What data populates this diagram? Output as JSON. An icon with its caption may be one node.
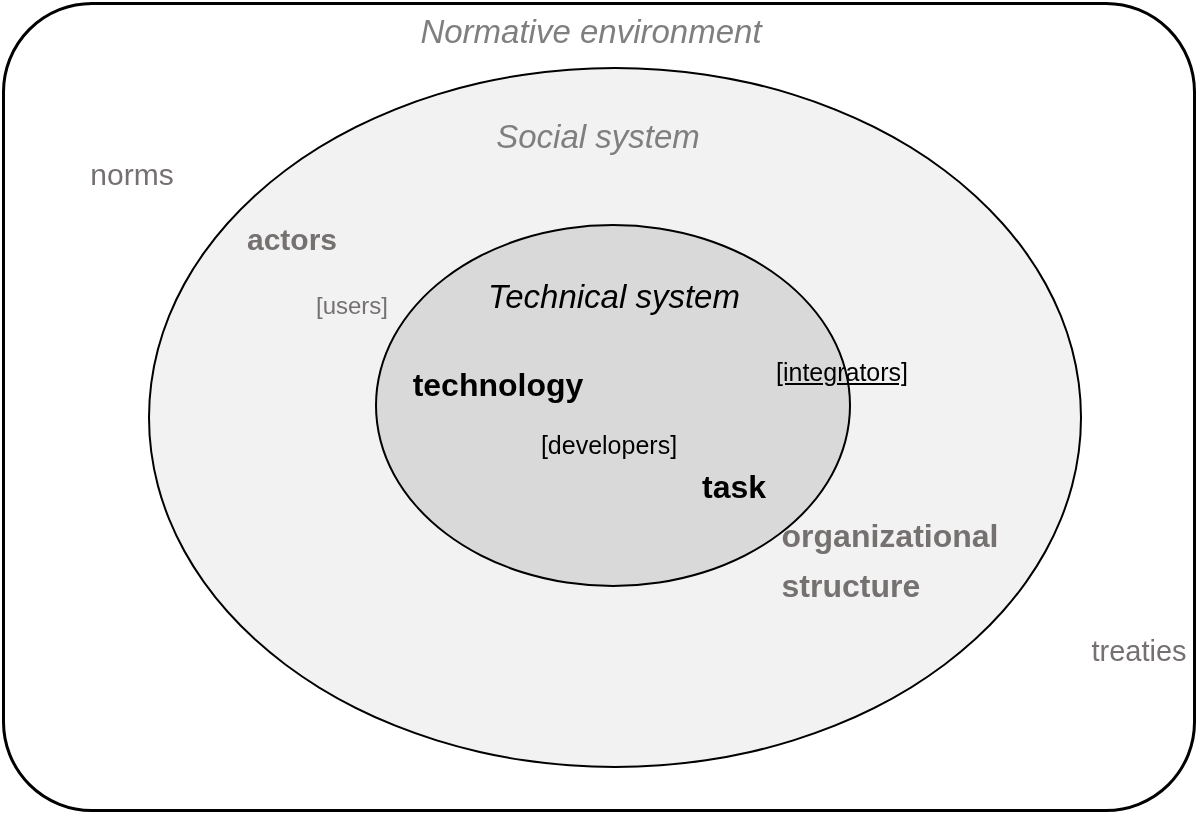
{
  "diagram": {
    "nodes": [
      {
        "text": [
          "Normative environment",
          "norms",
          "treaties"
        ]
      },
      {
        "text": [
          "Social system",
          "actors",
          "[users]",
          "organizational structure"
        ],
        "in": 0
      },
      {
        "text": [
          "Technical system",
          "technology",
          "[developers]",
          "task",
          "[integrators]"
        ],
        "in": 1
      }
    ]
  }
}
